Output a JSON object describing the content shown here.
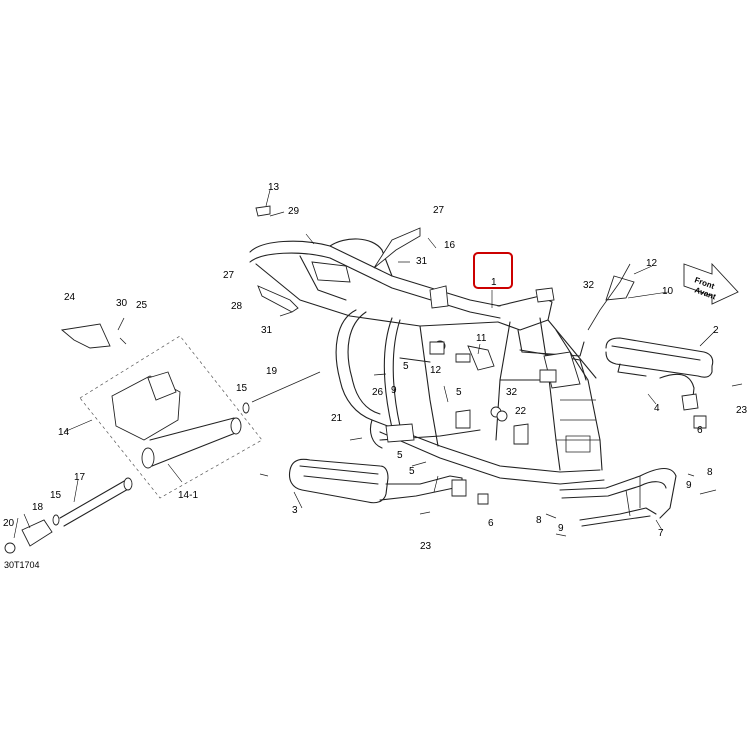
{
  "diagram": {
    "drawing_number": "30T1704",
    "front_arrow": {
      "line1": "Front",
      "line2": "Avant"
    },
    "highlight_color": "#cc0000",
    "highlighted_part": "1",
    "callouts": {
      "c1": "1",
      "c2": "2",
      "c3": "3",
      "c4": "4",
      "c5a": "5",
      "c5b": "5",
      "c5c": "5",
      "c5d": "5",
      "c6a": "6",
      "c6b": "6",
      "c7": "7",
      "c8a": "8",
      "c8b": "8",
      "c9a": "9",
      "c9b": "9",
      "c9c": "9",
      "c10": "10",
      "c11": "11",
      "c12a": "12",
      "c12b": "12",
      "c13": "13",
      "c14": "14",
      "c14_1": "14-1",
      "c15a": "15",
      "c15b": "15",
      "c16": "16",
      "c17": "17",
      "c18": "18",
      "c19": "19",
      "c20": "20",
      "c21": "21",
      "c22": "22",
      "c23a": "23",
      "c23b": "23",
      "c24": "24",
      "c25": "25",
      "c26": "26",
      "c27a": "27",
      "c27b": "27",
      "c28": "28",
      "c29": "29",
      "c30": "30",
      "c31a": "31",
      "c31b": "31",
      "c32a": "32",
      "c32b": "32"
    }
  }
}
